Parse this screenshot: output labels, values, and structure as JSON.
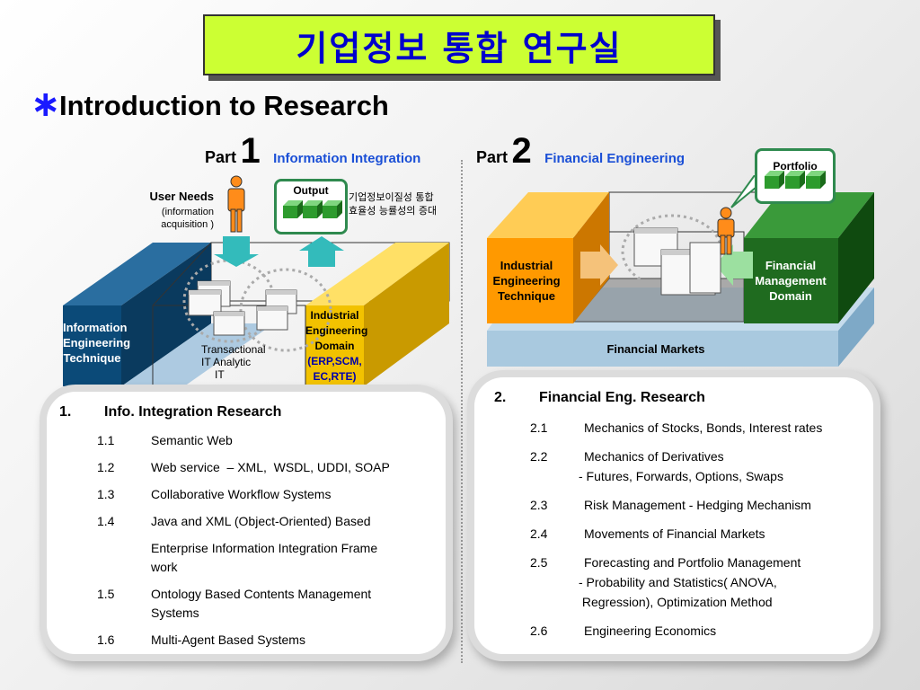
{
  "title": "기업정보 통합 연구실",
  "intro": {
    "bullet": "∗",
    "text": "Introduction to Research"
  },
  "part1": {
    "word": "Part",
    "num": "1",
    "subtitle": "Information Integration",
    "user_needs": "User Needs",
    "user_needs_sub1": "(information",
    "user_needs_sub2": "acquisition )",
    "output": "Output",
    "korean1": "기업정보이질성 통합",
    "korean2": "효율성 능률성의 증대",
    "left_block": [
      "Information",
      "Engineering",
      "Technique"
    ],
    "right_block": [
      "Industrial",
      "Engineering",
      "Domain",
      "(ERP,SCM,",
      "EC,RTE)"
    ],
    "transactional": "Transactional",
    "it1": "IT",
    "analytic": "Analytic",
    "it2": "IT"
  },
  "part2": {
    "word": "Part",
    "num": "2",
    "subtitle": "Financial Engineering",
    "portfolio": "Portfolio",
    "left_block": [
      "Industrial",
      "Engineering",
      "Technique"
    ],
    "right_block": [
      "Financial",
      "Management",
      "Domain"
    ],
    "base": "Financial Markets"
  },
  "research1": {
    "heading_num": "1.",
    "heading": "Info. Integration Research",
    "items": [
      {
        "num": "1.1",
        "lines": [
          "Semantic Web"
        ]
      },
      {
        "num": "1.2",
        "lines": [
          "Web service  – XML,  WSDL, UDDI, SOAP"
        ]
      },
      {
        "num": "1.3",
        "lines": [
          "Collaborative Workflow Systems"
        ]
      },
      {
        "num": "1.4",
        "lines": [
          "Java and XML (Object-Oriented) Based"
        ]
      },
      {
        "num": "",
        "lines": [
          "Enterprise Information Integration Frame",
          "work"
        ]
      },
      {
        "num": "1.5",
        "lines": [
          "Ontology Based Contents Management",
          "Systems"
        ]
      },
      {
        "num": "1.6",
        "lines": [
          "Multi-Agent Based Systems"
        ]
      }
    ]
  },
  "research2": {
    "heading_num": "2.",
    "heading": "Financial Eng. Research",
    "items": [
      {
        "num": "2.1",
        "lines": [
          "Mechanics of Stocks, Bonds, Interest rates"
        ]
      },
      {
        "num": "2.2",
        "lines": [
          "Mechanics of Derivatives",
          "- Futures, Forwards, Options, Swaps"
        ]
      },
      {
        "num": "2.3",
        "lines": [
          "Risk Management - Hedging Mechanism"
        ]
      },
      {
        "num": "2.4",
        "lines": [
          "Movements of Financial Markets"
        ]
      },
      {
        "num": "2.5",
        "lines": [
          "Forecasting and Portfolio Management",
          "- Probability and Statistics( ANOVA,",
          " Regression), Optimization Method"
        ]
      },
      {
        "num": "2.6",
        "lines": [
          "Engineering Economics"
        ]
      }
    ]
  },
  "colors": {
    "title_bg": "#ccff33",
    "title_text": "#0000cc",
    "accent_blue": "#1a4fd6",
    "dark_blue": "#0b4a78",
    "gold": "#e6b800",
    "orange": "#ff9900",
    "green": "#1f6b1f",
    "teal": "#33bbbb"
  }
}
